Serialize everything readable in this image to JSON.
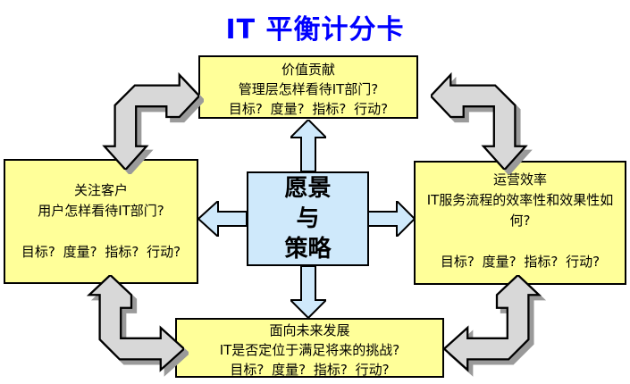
{
  "title": {
    "text": "IT 平衡计分卡"
  },
  "center_box": {
    "line1": "愿景",
    "line2": "与",
    "line3": "策略"
  },
  "boxes": {
    "top": {
      "heading": "价值贡献",
      "question": "管理层怎样看待IT部门?",
      "metrics": "目标? 度量? 指标? 行动?"
    },
    "left": {
      "heading": "关注客户",
      "question": "用户怎样看待IT部门?",
      "metrics": "目标? 度量? 指标? 行动?"
    },
    "right": {
      "heading": "运营效率",
      "question": "IT服务流程的效率性和效果性如何?",
      "metrics": "目标? 度量? 指标? 行动?"
    },
    "bottom": {
      "heading": "面向未来发展",
      "question": "IT是否定位于满足将来的挑战?",
      "metrics": "目标? 度量? 指标? 行动?"
    }
  },
  "icons": {
    "center_arrows": [
      "up-arrow",
      "down-arrow",
      "left-arrow",
      "right-arrow"
    ],
    "corner_arrows": [
      "bent-double-arrow-top-left",
      "bent-double-arrow-top-right",
      "bent-double-arrow-bottom-left",
      "bent-double-arrow-bottom-right"
    ]
  },
  "colors": {
    "title_color": "#0000ff",
    "box_fill": "#ffff99",
    "center_fill": "#cfe9fb",
    "arrow_blue": "#cfe9fb",
    "arrow_gray": "#d8d8d8",
    "shadow_gray": "#9a9a9a",
    "outline": "#000000"
  }
}
